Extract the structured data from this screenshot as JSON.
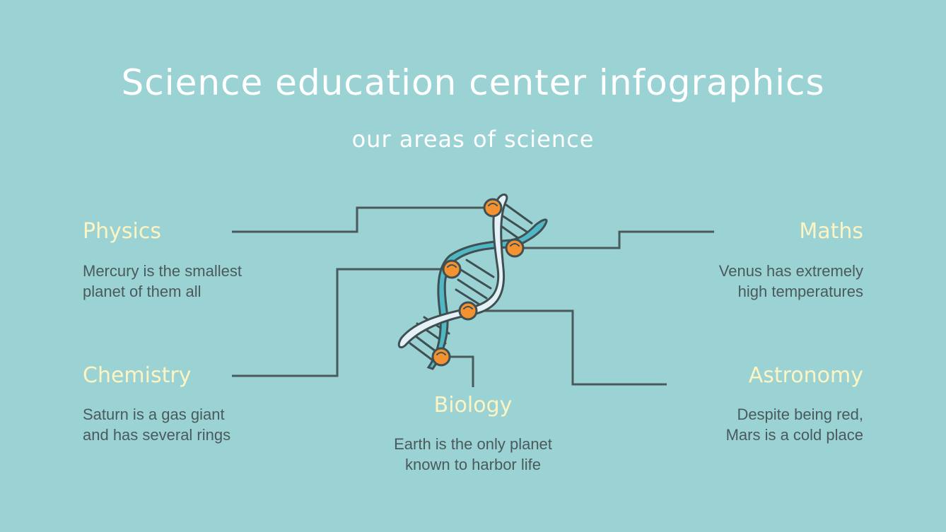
{
  "header": {
    "title": "Science education center infographics",
    "subtitle": "our areas of science"
  },
  "areas": [
    {
      "name": "Physics",
      "description": "Mercury is the smallest\nplanet of them all"
    },
    {
      "name": "Chemistry",
      "description": "Saturn is a gas giant\nand has several rings"
    },
    {
      "name": "Biology",
      "description": "Earth is the only planet\nknown to harbor life"
    },
    {
      "name": "Maths",
      "description": "Venus has extremely\nhigh temperatures"
    },
    {
      "name": "Astronomy",
      "description": "Despite being red,\nMars is a cold place"
    }
  ],
  "colors": {
    "background": "#9bd3d5",
    "heading": "#fdf4c4",
    "text": "#4a5a5c",
    "line": "#4a5a5c",
    "node": "#f39231",
    "strand_light": "#e4f1f7",
    "strand_teal": "#4fb8c4"
  },
  "icons": {
    "center": "dna-helix-icon"
  }
}
